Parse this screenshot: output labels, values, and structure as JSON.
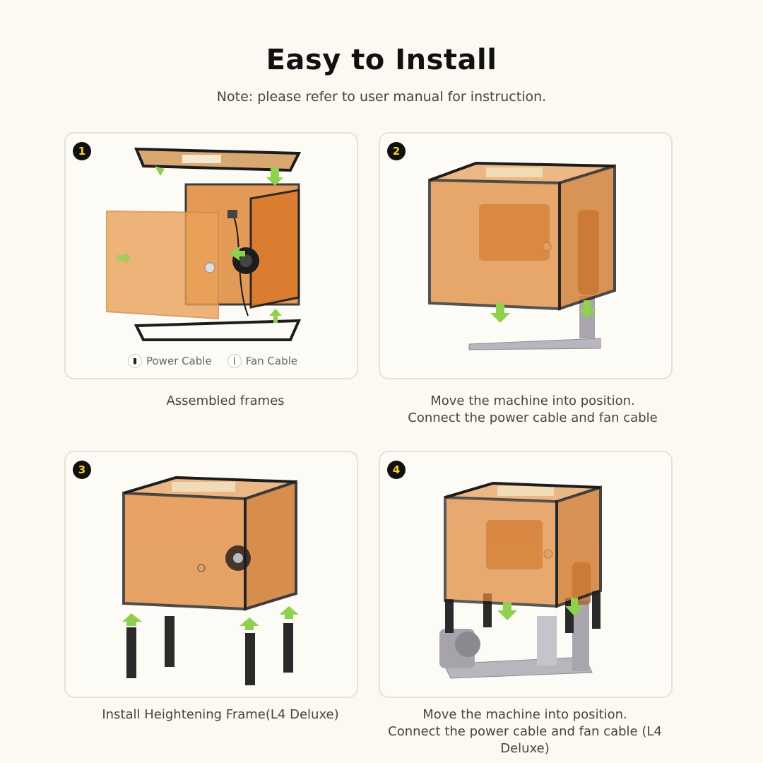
{
  "header": {
    "title": "Easy to Install",
    "note": "Note: please refer to user manual for instruction."
  },
  "steps": [
    {
      "number": "1",
      "caption_line1": "Assembled frames",
      "legend": [
        {
          "icon": "power-plug-icon",
          "label": "Power Cable"
        },
        {
          "icon": "fan-plug-icon",
          "label": "Fan Cable"
        }
      ]
    },
    {
      "number": "2",
      "caption_line1": "Move the machine into position.",
      "caption_line2": "Connect the power cable and fan cable"
    },
    {
      "number": "3",
      "caption_line1": "Install Heightening Frame(L4 Deluxe)"
    },
    {
      "number": "4",
      "caption_line1": "Move the machine into position.",
      "caption_line2": "Connect the power cable and fan cable (L4 Deluxe)"
    }
  ],
  "colors": {
    "background": "#fcf9f2",
    "panel_orange": "#e0883a",
    "frame_black": "#1c1c1c",
    "arrow_green": "#8fd14f",
    "badge_yellow": "#f5d21b"
  }
}
